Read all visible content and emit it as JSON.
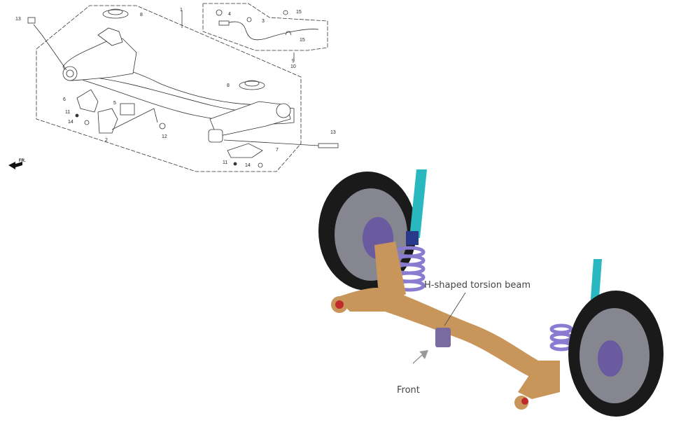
{
  "parts_diagram": {
    "callouts": [
      {
        "id": "c13a",
        "num": "13"
      },
      {
        "id": "c8a",
        "num": "8"
      },
      {
        "id": "c1",
        "num": "1"
      },
      {
        "id": "c4",
        "num": "4"
      },
      {
        "id": "c3",
        "num": "3"
      },
      {
        "id": "c15a",
        "num": "15"
      },
      {
        "id": "c15b",
        "num": "15"
      },
      {
        "id": "c9",
        "num": "9"
      },
      {
        "id": "c10",
        "num": "10"
      },
      {
        "id": "c8b",
        "num": "8"
      },
      {
        "id": "c6",
        "num": "6"
      },
      {
        "id": "c5",
        "num": "5"
      },
      {
        "id": "c11a",
        "num": "11"
      },
      {
        "id": "c14a",
        "num": "14"
      },
      {
        "id": "c2",
        "num": "2"
      },
      {
        "id": "c12",
        "num": "12"
      },
      {
        "id": "c13b",
        "num": "13"
      },
      {
        "id": "c7",
        "num": "7"
      },
      {
        "id": "c11b",
        "num": "11"
      },
      {
        "id": "c14b",
        "num": "14"
      }
    ],
    "front_arrow_label": "FR."
  },
  "render": {
    "beam_label": "H-shaped torsion beam",
    "front_label": "Front"
  },
  "colors": {
    "beam": "#c8955a",
    "shock": "#2ab8c0",
    "spring": "#8a7ad0",
    "bushing": "#c02a2a",
    "tire": "#1a1a1a"
  }
}
